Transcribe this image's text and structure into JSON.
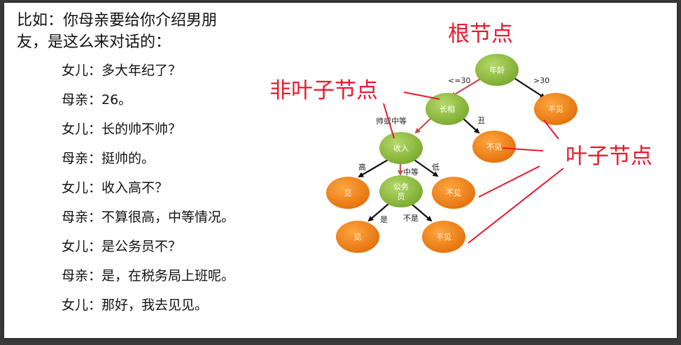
{
  "intro": {
    "line1": "比如：你母亲要给你介绍男朋",
    "line2": "友，是这么来对话的："
  },
  "dialogue": [
    "女儿：多大年纪了？",
    "母亲：26。",
    "女儿：长的帅不帅？",
    "母亲：挺帅的。",
    "女儿：收入高不？",
    "母亲：不算很高，中等情况。",
    "女儿：是公务员不？",
    "母亲：是，在税务局上班呢。",
    "女儿：那好，我去见见。"
  ],
  "tree": {
    "nodes": {
      "age": "年龄",
      "looks": "长相",
      "income": "收入",
      "civil_line1": "公务",
      "civil_line2": "员",
      "reject_old": "不见",
      "reject_ugly": "不见",
      "see_high": "见",
      "reject_low": "不见",
      "see_civil": "见",
      "reject_not_civil": "不见"
    },
    "edges": {
      "le30": "<=30",
      "gt30": ">30",
      "handsome": "帅或中等",
      "ugly": "丑",
      "high": "高",
      "medium": "中等",
      "low": "低",
      "yes": "是",
      "no": "不是"
    },
    "annotations": {
      "root": "根节点",
      "internal": "非叶子节点",
      "leaf": "叶子节点"
    }
  },
  "colors": {
    "green_node": "#8ab83a",
    "orange_node": "#f07f10",
    "annotation": "#e8192c",
    "arrow_black": "#111111",
    "arrow_red": "#c0504d"
  }
}
